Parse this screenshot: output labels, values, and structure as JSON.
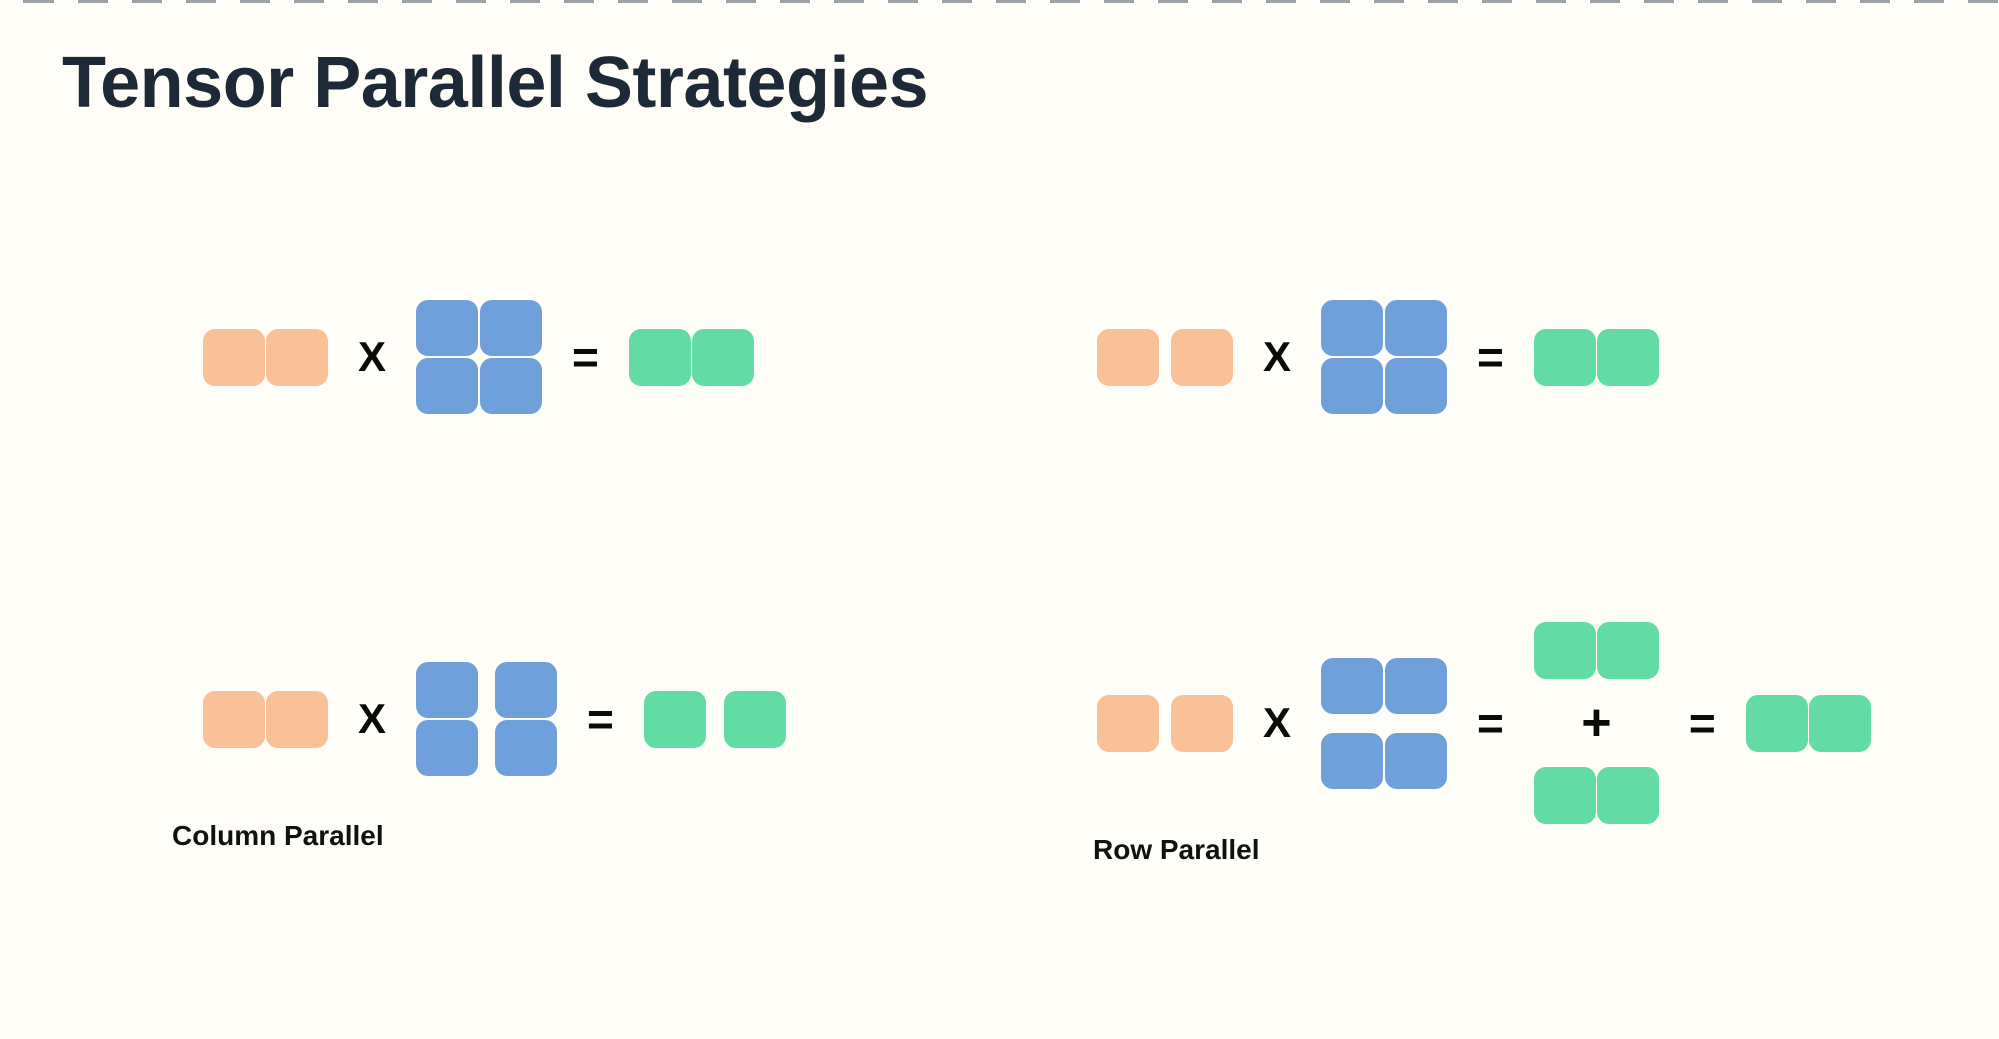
{
  "title": "Tensor Parallel Strategies",
  "colors": {
    "bg": "#fffdf7",
    "input": "#fac098",
    "weight": "#6fa0dc",
    "output": "#62dba5",
    "title": "#1d2937",
    "label": "#111111",
    "op": "#0a0a0a",
    "dash": "#4a5663"
  },
  "operators": {
    "multiply": "X",
    "equals": "=",
    "plus": "+"
  },
  "diagrams": [
    {
      "name": "baseline-top-left",
      "input_blocks": 2,
      "weight_blocks": 4,
      "weight_split": "none",
      "output_blocks": 2,
      "label": ""
    },
    {
      "name": "baseline-top-right",
      "input_blocks": 2,
      "weight_blocks": 4,
      "weight_split": "none",
      "output_blocks": 2,
      "label": ""
    },
    {
      "name": "column-parallel",
      "input_blocks": 2,
      "weight_blocks": 4,
      "weight_split": "columns",
      "output_blocks": 2,
      "label": "Column Parallel"
    },
    {
      "name": "row-parallel",
      "input_blocks": 2,
      "weight_blocks": 4,
      "weight_split": "rows",
      "partial_output_pairs": 2,
      "final_output_blocks": 2,
      "label": "Row Parallel"
    }
  ]
}
